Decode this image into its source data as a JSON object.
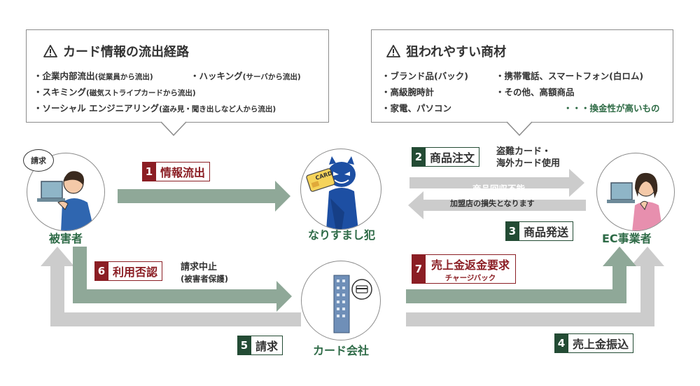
{
  "colors": {
    "arrow": "#8fa898",
    "arrow_gray": "#cccccc",
    "red": "#8b1e24",
    "green": "#234b34",
    "label_green": "#2d6a46"
  },
  "callout_left": {
    "title": "カード情報の流出経路",
    "line1_a": "・企業内部流出",
    "line1_a_small": "(従業員から流出)",
    "line1_b": "・ハッキング",
    "line1_b_small": "(サーバから流出)",
    "line2": "・スキミング",
    "line2_small": "(磁気ストライプカードから流出)",
    "line3": "・ソーシャル エンジニアリング",
    "line3_small": "(盗み見・聞き出しなど人から流出)"
  },
  "callout_right": {
    "title": "狙われやすい商材",
    "items": [
      "・ブランド品(バック)",
      "・高級腕時計",
      "・家電、パソコン",
      "・携帯電話、スマートフォン(白ロム)",
      "・その他、高額商品"
    ],
    "note": "・・・換金性が高いもの"
  },
  "actors": {
    "victim": "被害者",
    "victim_bubble": "請求",
    "fraudster": "なりすまし犯",
    "card_text": "CARD",
    "card_company": "カード会社",
    "ec": "EC事業者"
  },
  "steps": {
    "s1": {
      "num": "1",
      "label": "情報流出"
    },
    "s2": {
      "num": "2",
      "label": "商品注文",
      "note1": "盗難カード・",
      "note2": "海外カード使用"
    },
    "s3": {
      "num": "3",
      "label": "商品発送"
    },
    "s4": {
      "num": "4",
      "label": "売上金振込"
    },
    "s5": {
      "num": "5",
      "label": "請求"
    },
    "s6": {
      "num": "6",
      "label": "利用否認",
      "note1": "請求中止",
      "note2": "(被害者保護)"
    },
    "s7": {
      "num": "7",
      "label": "売上金返金要求",
      "sub": "チャージバック"
    }
  },
  "mid_note": {
    "line1": "商品回収不能",
    "line2": "加盟店の損失となります"
  }
}
